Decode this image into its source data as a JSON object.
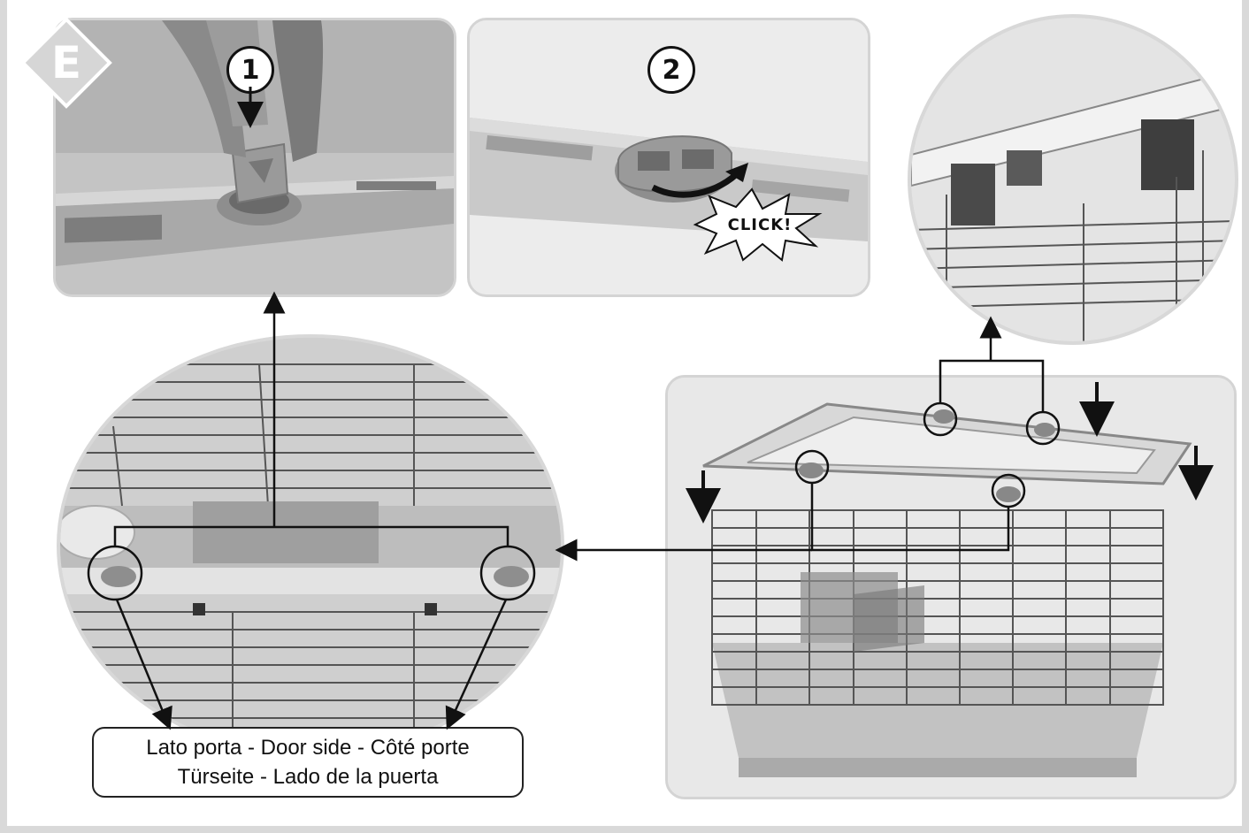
{
  "badge": {
    "letter": "E"
  },
  "steps": [
    {
      "number": "1"
    },
    {
      "number": "2",
      "click_label": "CLICK!"
    }
  ],
  "caption": {
    "line1": "Lato porta - Door side - Côté porte",
    "line2": "Türseite - Lado de la puerta"
  },
  "icons": [
    "badge-diamond-icon",
    "down-arrow-icon",
    "curved-arrow-icon",
    "click-burst-icon"
  ],
  "colors": {
    "panel_gray": "#b9b9b9",
    "light_gray": "#e9e9e9",
    "line": "#111111",
    "frame": "#d9d9d9"
  }
}
